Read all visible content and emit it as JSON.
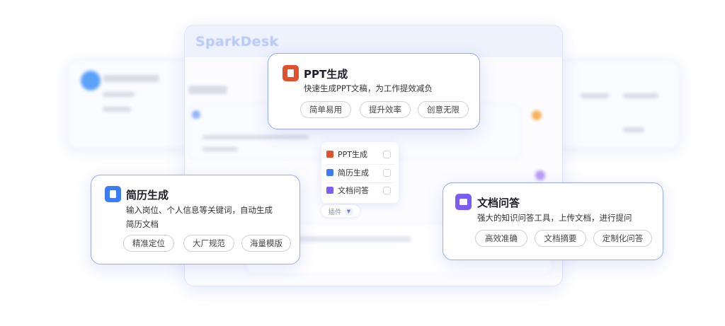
{
  "app": {
    "logo": "SparkDesk"
  },
  "colors": {
    "ppt": "#e0522d",
    "resume": "#3d7cf5",
    "docqa": "#7b5cf5",
    "card_border": "#97a9f5"
  },
  "cards": {
    "ppt": {
      "icon": "ppt-file-icon",
      "title": "PPT生成",
      "desc": "快速生成PPT文稿，为工作提效减负",
      "tags": [
        "简单易用",
        "提升效率",
        "创意无限"
      ]
    },
    "resume": {
      "icon": "resume-doc-icon",
      "title": "简历生成",
      "desc_line1": "输入岗位、个人信息等关键词，自动生成",
      "desc_line2": "简历文档",
      "tags": [
        "精准定位",
        "大厂规范",
        "海量模版"
      ]
    },
    "docqa": {
      "icon": "doc-chat-icon",
      "title": "文档问答",
      "desc": "强大的知识问答工具，上传文档，进行提问",
      "tags": [
        "高效准确",
        "文档摘要",
        "定制化问答"
      ]
    }
  },
  "plugin_menu": {
    "items": [
      {
        "label": "PPT生成",
        "checked": false
      },
      {
        "label": "简历生成",
        "checked": false
      },
      {
        "label": "文档问答",
        "checked": false
      }
    ],
    "toggle_label": "插件"
  }
}
